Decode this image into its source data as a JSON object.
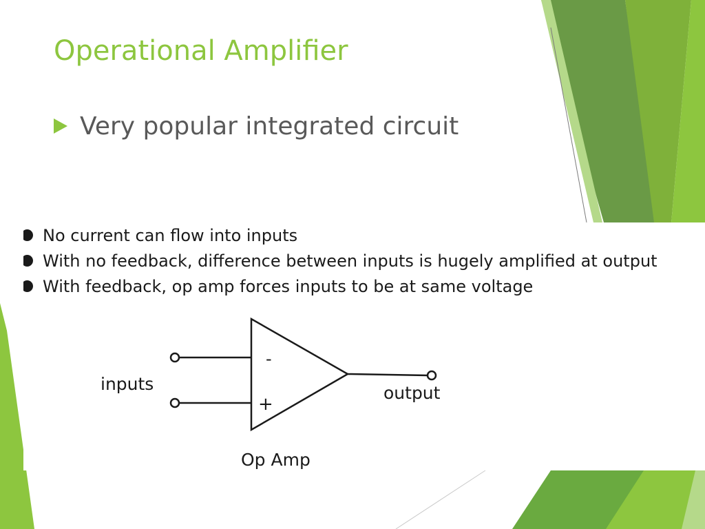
{
  "slide": {
    "title": "Operational Amplifier",
    "bullets": [
      {
        "text": "Very popular integrated circuit",
        "icon": "triangle-bullet-icon"
      }
    ]
  },
  "inset": {
    "notes": [
      {
        "text": "No current can flow into inputs"
      },
      {
        "text": "With no feedback, difference between inputs is hugely amplified at output"
      },
      {
        "text": "With feedback, op amp forces inputs to be at same voltage"
      }
    ],
    "diagram": {
      "minus_sign": "-",
      "plus_sign": "+",
      "inputs_label": "inputs",
      "output_label": "output",
      "caption": "Op Amp"
    }
  },
  "colors": {
    "accent": "#8dc63f",
    "body_text": "#595959",
    "dark_green": "#6a9a46",
    "mid_green": "#7fb13a"
  }
}
